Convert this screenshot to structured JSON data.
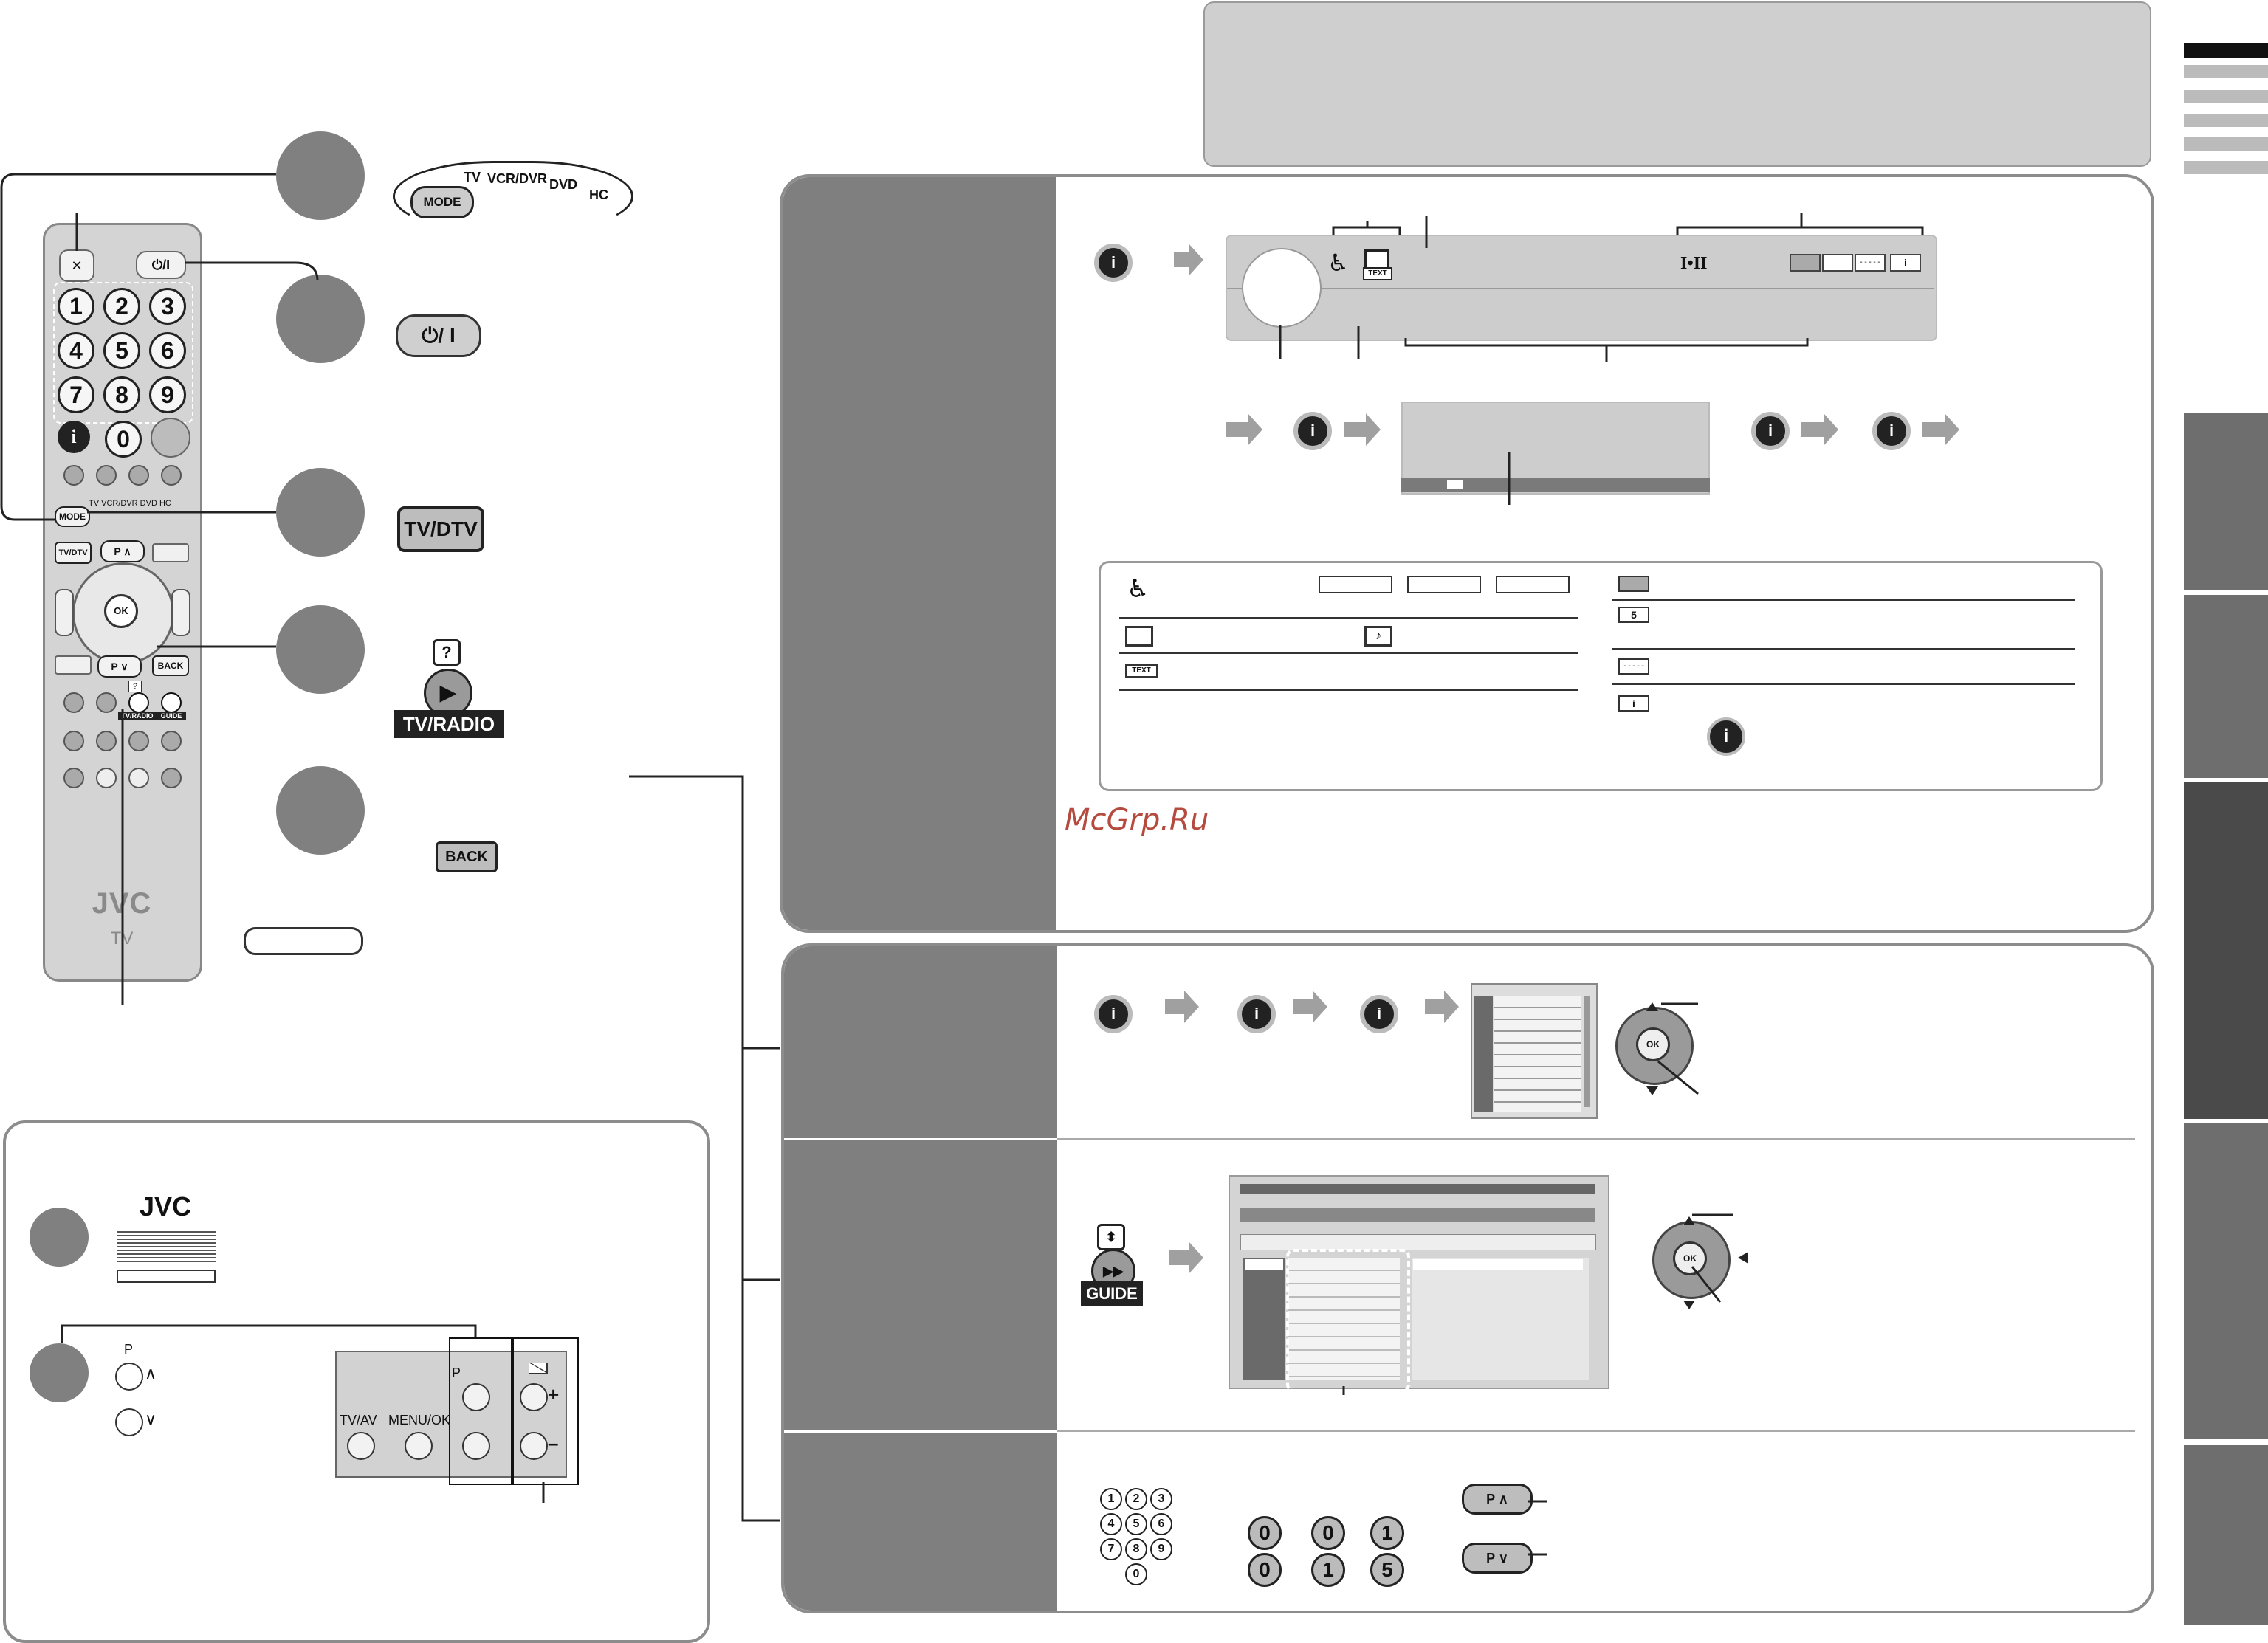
{
  "remote": {
    "brand": "JVC",
    "model_text": "TV",
    "power_label": "⏻/I",
    "keypad": [
      "1",
      "2",
      "3",
      "4",
      "5",
      "6",
      "7",
      "8",
      "9"
    ],
    "zero": "0",
    "info_symbol": "i",
    "mode_label": "MODE",
    "mode_items": "TV VCR/DVR DVD HC",
    "tvdtv_label": "TV/DTV",
    "p_up": "P ∧",
    "p_down": "P ∨",
    "ok_label": "OK",
    "back_label": "BACK",
    "tvradio_label": "TV/RADIO",
    "guide_label": "GUIDE",
    "help_symbol": "?"
  },
  "steps": {
    "mode_button": "MODE",
    "mode_arc": [
      "TV",
      "VCR/DVR",
      "DVD",
      "HC"
    ],
    "power_button": "⏻/ I",
    "tvdtv_button": "TV/DTV",
    "help_button": "?",
    "tvradio_button": "TV/RADIO",
    "back_button": "BACK"
  },
  "info_banner": {
    "stereo_label": "I•II",
    "text_badge": "TEXT"
  },
  "legend": {
    "text_badge": "TEXT",
    "num_badge": "5",
    "info_badge": "i",
    "dash_badge": "-----"
  },
  "watermark": "McGrp.Ru",
  "guide": {
    "ok_label": "OK",
    "guide_button": "GUIDE",
    "ff_symbol": "▶▶",
    "updown_symbol": "⬍"
  },
  "numbers": {
    "keypad": [
      "1",
      "2",
      "3",
      "4",
      "5",
      "6",
      "7",
      "8",
      "9"
    ],
    "zero": "0",
    "example1": [
      "0",
      "0",
      "1"
    ],
    "example2": [
      "0",
      "1",
      "5"
    ],
    "p_up_label": "P ∧",
    "p_down_label": "P ∨"
  },
  "tv_panel": {
    "brand": "JVC",
    "p_label": "P",
    "tvav_label": "TV/AV",
    "menuok_label": "MENU/OK",
    "plus": "+",
    "minus": "–",
    "p_small": "P"
  }
}
